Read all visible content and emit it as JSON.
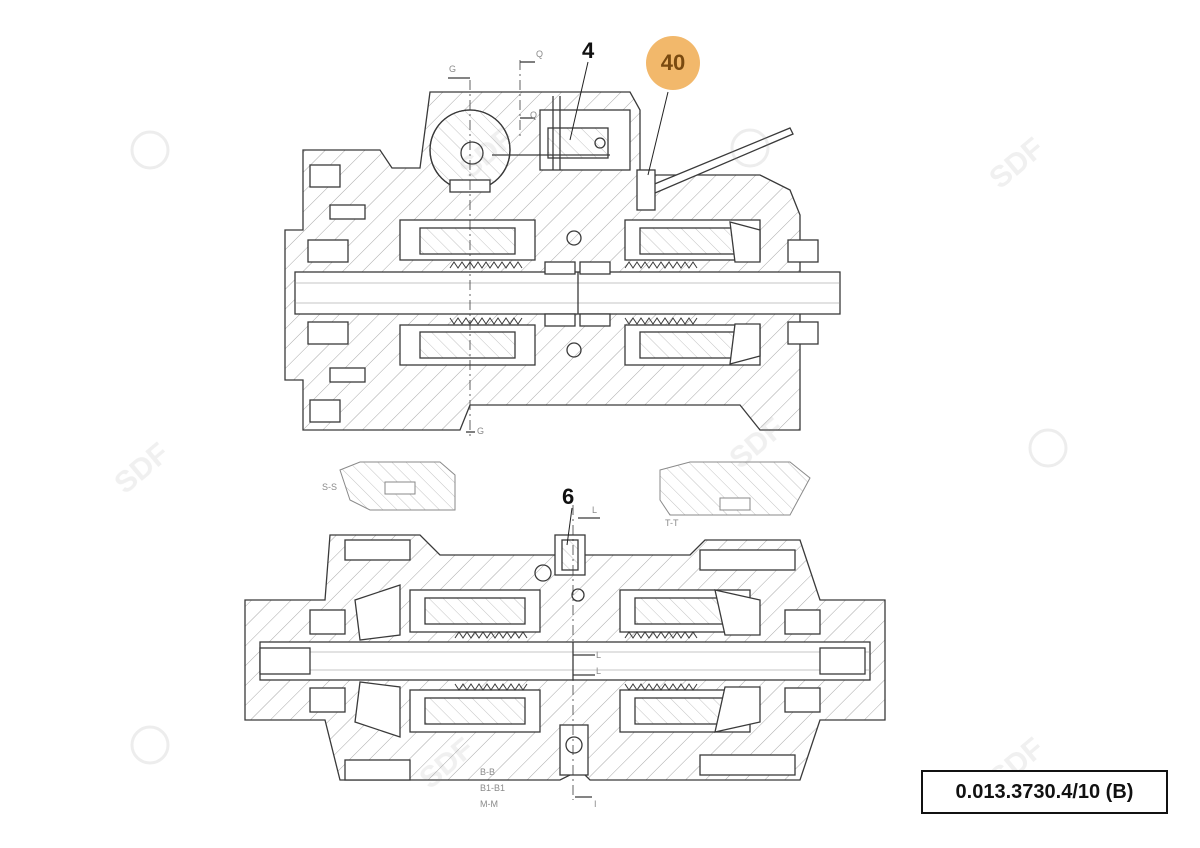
{
  "callouts": {
    "four": "4",
    "forty": "40",
    "six": "6"
  },
  "section_labels": {
    "g_top": "G",
    "q_top": "Q",
    "q_mid": "Q",
    "g_bottom": "G",
    "s_s": "S-S",
    "t_t": "T-T",
    "l_top": "L",
    "l_mid": "L",
    "l_low": "L",
    "i_bottom": "I",
    "b_b": "B-B",
    "b1_b1": "B1-B1",
    "m_m": "M-M"
  },
  "reference": "0.013.3730.4/10 (B)",
  "watermark": "SDF",
  "colors": {
    "line": "#3a3a3a",
    "hatch": "#9a9a9a",
    "highlight": "#f2b86b"
  }
}
